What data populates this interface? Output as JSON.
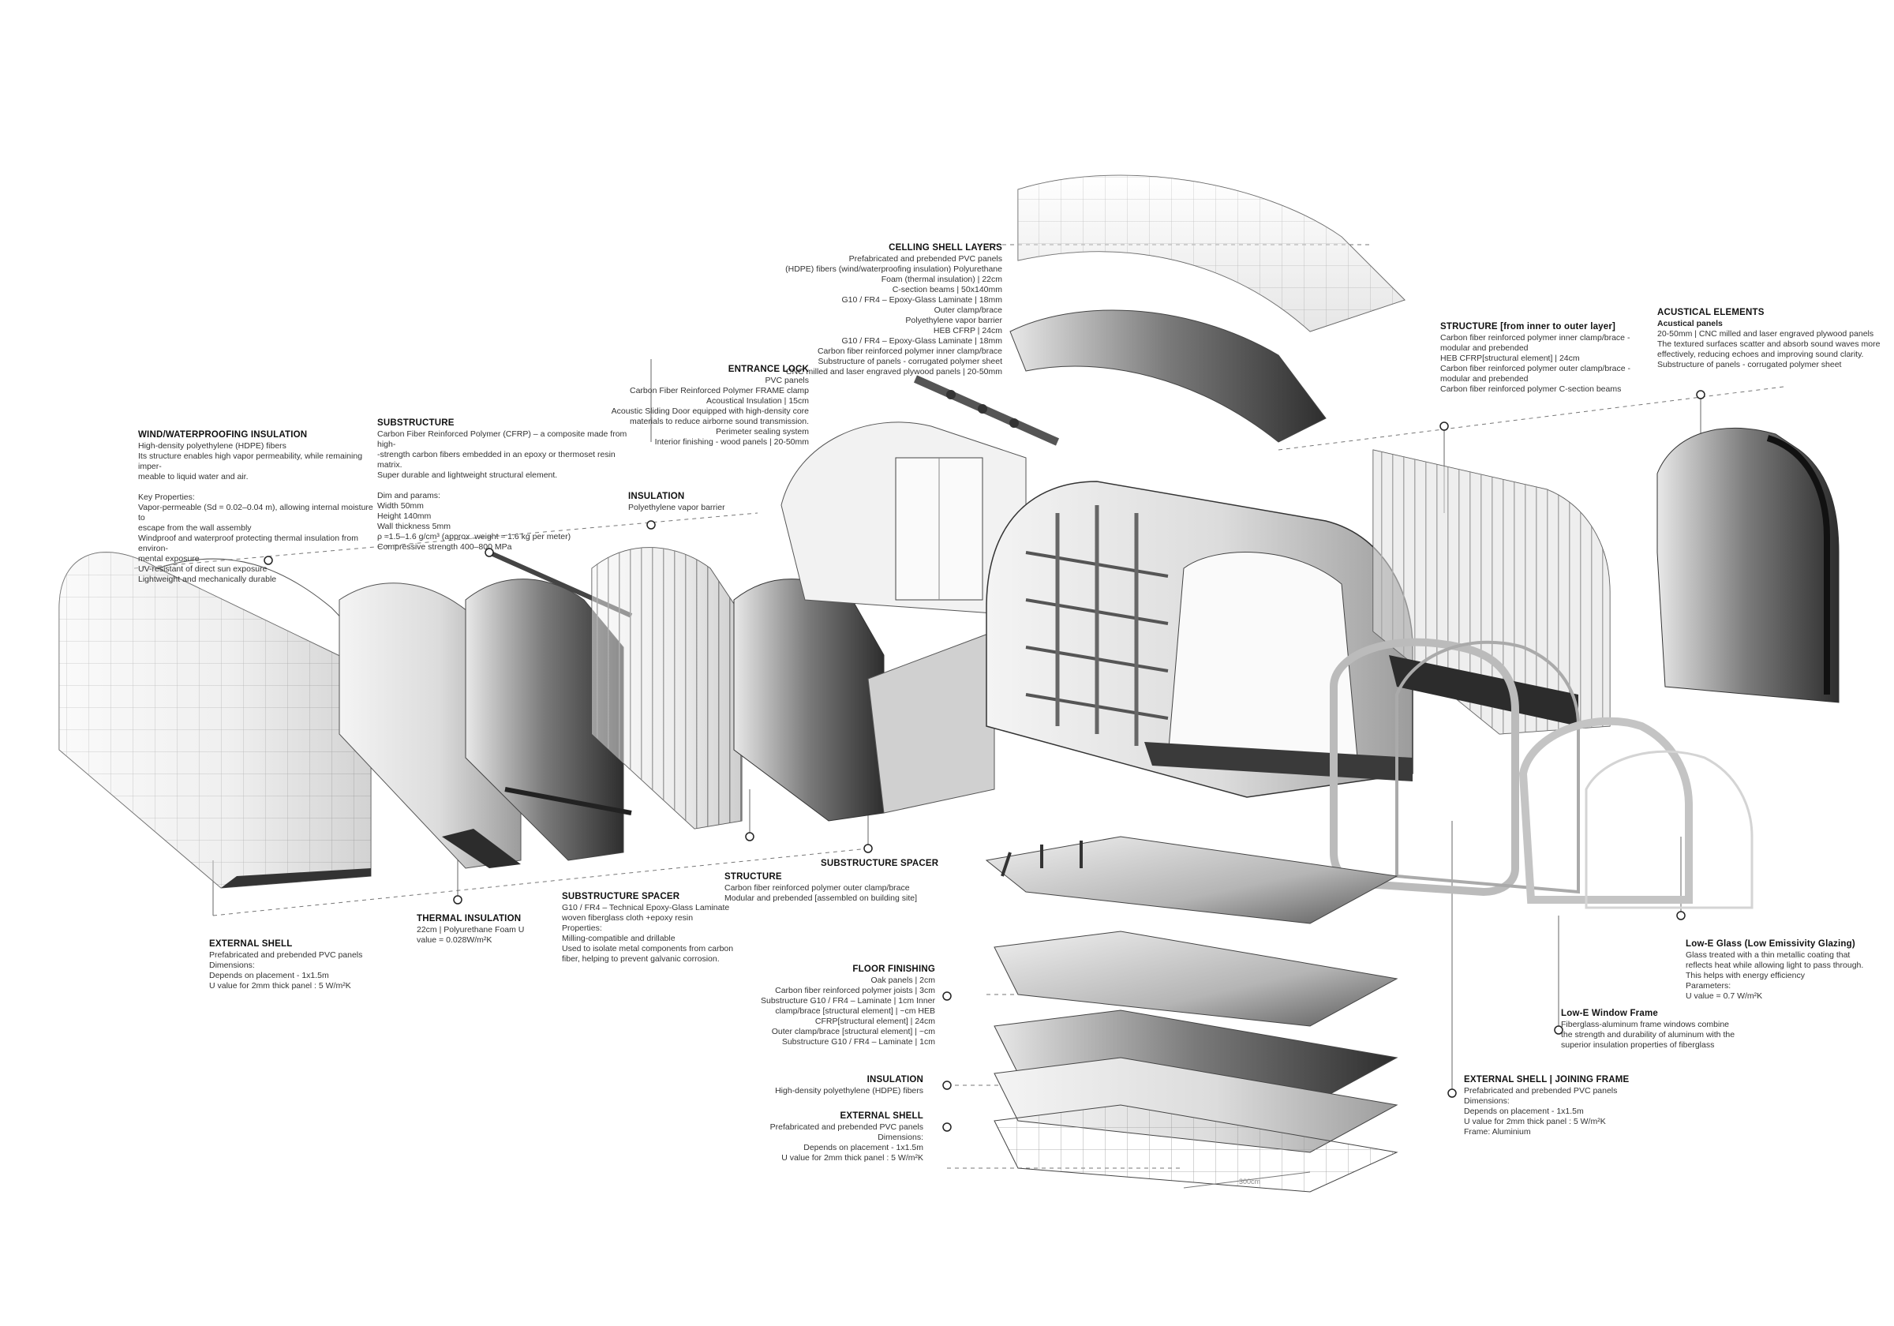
{
  "labels": {
    "ceiling": {
      "title": "CELLING SHELL LAYERS",
      "body": "Prefabricated and prebended PVC panels\n(HDPE) fibers (wind/waterproofing insulation) Polyurethane\nFoam (thermal insulation) | 22cm\nC-section beams | 50x140mm\nG10 / FR4 – Epoxy-Glass Laminate | 18mm\nOuter clamp/brace\nPolyethylene vapor barrier\nHEB CFRP | 24cm\nG10 / FR4 – Epoxy-Glass Laminate | 18mm\nCarbon fiber reinforced polymer inner clamp/brace\nSubstructure of panels - corrugated polymer sheet\nCNC milled and laser engraved plywood panels | 20-50mm"
    },
    "entrance": {
      "title": "ENTRANCE LOCK",
      "body": "PVC panels\nCarbon Fiber Reinforced Polymer FRAME clamp\nAcoustical Insulation | 15cm\nAcoustic Sliding Door equipped with high-density core\nmaterials to reduce airborne sound transmission.\nPerimeter sealing system\nInterior finishing - wood panels | 20-50mm"
    },
    "substructure": {
      "title": "SUBSTRUCTURE",
      "body": "Carbon Fiber Reinforced Polymer (CFRP) – a composite made from high-\n-strength carbon fibers embedded in an epoxy or thermoset resin matrix.\nSuper durable and lightweight structural element.\n\nDim and params:\nWidth 50mm\nHeight 140mm\nWall thickness 5mm\nρ ≈1.5–1.6 g/cm³ (approx. weight ≈ 1.6 kg per meter)\nCompressive strength 400–800 MPa"
    },
    "wind": {
      "title": "WIND/WATERPROOFING INSULATION",
      "body": "High-density polyethylene (HDPE) fibers\nIts structure enables high vapor permeability, while remaining imper-\nmeable to liquid water and air.\n\nKey Properties:\nVapor-permeable (Sd = 0.02–0.04 m), allowing internal moisture to\nescape from the wall assembly\nWindproof and waterproof protecting thermal insulation from environ-\nmental exposure\nUV-resistant of direct sun exposure\nLightweight and mechanically durable"
    },
    "insulation_top": {
      "title": "INSULATION",
      "body": "Polyethylene vapor barrier"
    },
    "structure_right": {
      "title": "STRUCTURE [from inner to outer layer]",
      "body": "Carbon fiber reinforced polymer inner clamp/brace -\nmodular and prebended\nHEB CFRP[structural element] | 24cm\nCarbon fiber reinforced polymer outer clamp/brace -\nmodular and prebended\nCarbon fiber reinforced polymer C-section beams"
    },
    "acoustic": {
      "title": "ACUSTICAL ELEMENTS",
      "sub": "Acustical panels",
      "body": "20-50mm | CNC milled and laser engraved plywood panels\nThe textured surfaces scatter and absorb sound waves more\neffectively, reducing echoes and improving sound clarity.\nSubstructure of panels - corrugated polymer sheet"
    },
    "external_shell": {
      "title": "EXTERNAL SHELL",
      "body": "Prefabricated and prebended PVC panels\nDimensions:\nDepends on placement - 1x1.5m\nU value for 2mm thick panel : 5 W/m²K"
    },
    "thermal": {
      "title": "THERMAL INSULATION",
      "body": "22cm | Polyurethane Foam U\nvalue = 0.028W/m²K"
    },
    "sub_spacer_left": {
      "title": "SUBSTRUCTURE SPACER",
      "body": "G10 / FR4 – Technical Epoxy-Glass Laminate\nwoven fiberglass cloth +epoxy resin\nProperties:\nMilling-compatible and drillable\nUsed to isolate metal components from carbon\nfiber, helping to prevent galvanic corrosion."
    },
    "structure_mid": {
      "title": "STRUCTURE",
      "body": "Carbon fiber reinforced polymer outer clamp/brace\nModular and prebended [assembled on building site]"
    },
    "sub_spacer_mid": {
      "title": "SUBSTRUCTURE SPACER"
    },
    "floor": {
      "title": "FLOOR FINISHING",
      "body": "Oak panels | 2cm\nCarbon fiber reinforced polymer joists | 3cm\nSubstructure G10 / FR4 – Laminate | 1cm Inner\nclamp/brace [structural element] | ~cm HEB\nCFRP[structural element] | 24cm\nOuter clamp/brace [structural element] | ~cm\nSubstructure G10 / FR4 – Laminate | 1cm"
    },
    "insulation_floor": {
      "title": "INSULATION",
      "body": "High-density polyethylene (HDPE) fibers"
    },
    "external_floor": {
      "title": "EXTERNAL SHELL",
      "body": "Prefabricated and prebended PVC panels\nDimensions:\nDepends on placement - 1x1.5m\nU value for 2mm thick panel : 5 W/m²K"
    },
    "joining": {
      "title": "EXTERNAL SHELL | JOINING FRAME",
      "body": "Prefabricated and prebended PVC panels\nDimensions:\nDepends on placement - 1x1.5m\nU value for 2mm thick panel : 5 W/m²K\nFrame: Aluminium"
    },
    "window_frame": {
      "title": "Low-E Window Frame",
      "body": "Fiberglass-aluminum frame windows combine\nthe strength and durability of aluminum with the\nsuperior insulation properties of fiberglass"
    },
    "lowe_glass": {
      "title": "Low-E Glass (Low Emissivity Glazing)",
      "body": "Glass treated with a thin metallic coating that\nreflects heat while allowing light to pass through.\nThis helps with energy efficiency\nParameters:\nU value = 0.7 W/m²K"
    }
  },
  "dimension_text": "300cm",
  "colors": {
    "ink": "#1a1a1a",
    "line": "#555555",
    "shell": "#e6e6e6",
    "shade": "#8a8a8a",
    "dark": "#3a3a3a"
  }
}
